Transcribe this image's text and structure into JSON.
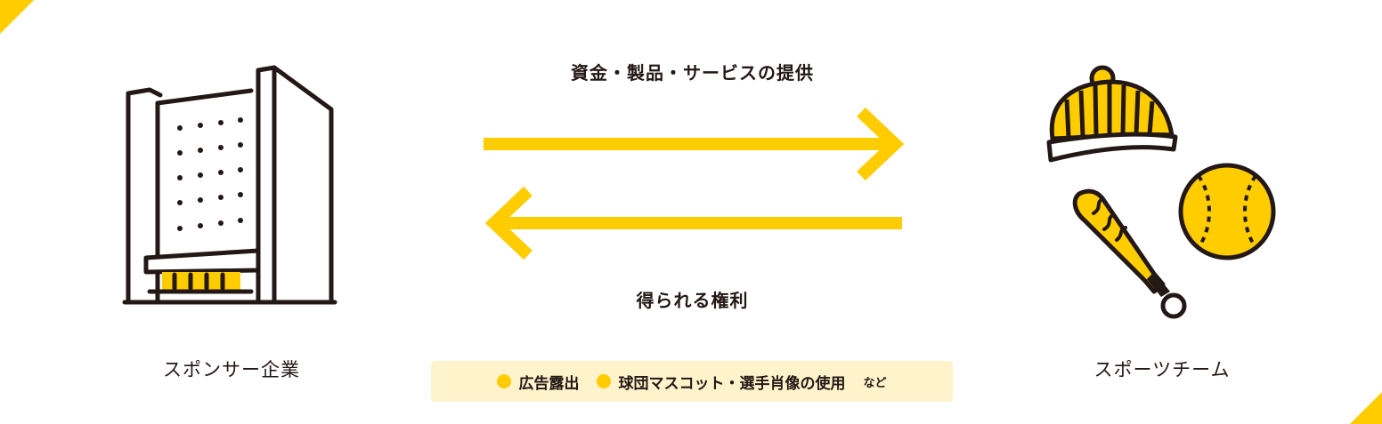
{
  "diagram": {
    "top_arrow_label": "資金・製品・サービスの提供",
    "bottom_arrow_label": "得られる権利",
    "left_entity": "スポンサー企業",
    "right_entity": "スポーツチーム",
    "benefits": [
      "広告露出",
      "球団マスコット・選手肖像の使用"
    ],
    "benefits_suffix": "など"
  },
  "icons": {
    "left": "office-building-icon",
    "right_items": [
      "knit-cap-icon",
      "baseball-bat-icon",
      "baseball-icon"
    ]
  },
  "colors": {
    "accent": "#ffcc00",
    "outline": "#231815",
    "benefit_bg": "#fff3cc"
  }
}
